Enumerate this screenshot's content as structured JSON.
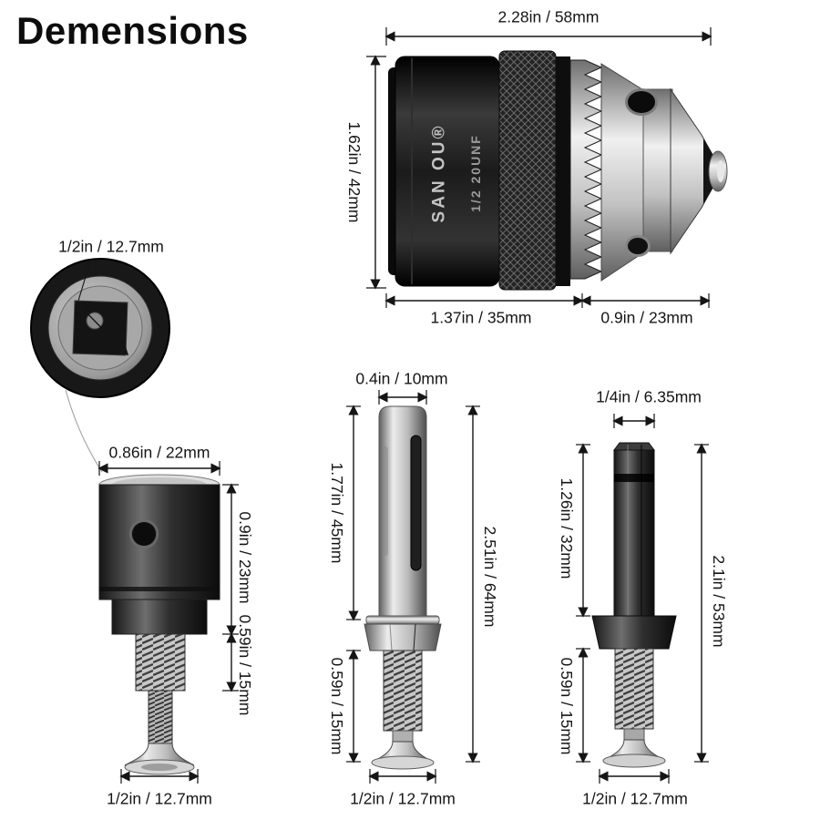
{
  "title": "Demensions",
  "colors": {
    "background": "#ffffff",
    "dimension_line": "#151515",
    "text": "#111111"
  },
  "chuck": {
    "engraving_line1": "SAN OU®",
    "engraving_line2": "1/2 20UNF",
    "dim_width": "2.28in / 58mm",
    "dim_height": "1.62in / 42mm",
    "dim_body": "1.37in / 35mm",
    "dim_nose": "0.9in / 23mm"
  },
  "socket_view": {
    "dim_square": "1/2in / 12.7mm"
  },
  "square_adapter": {
    "dim_width": "0.86in / 22mm",
    "dim_body": "0.9in / 23mm",
    "dim_thread": "0.59in / 15mm",
    "dim_tip": "1/2in / 12.7mm"
  },
  "sds_adapter": {
    "dim_shank_width": "0.4in / 10mm",
    "dim_shank_length": "1.77in / 45mm",
    "dim_total": "2.51in / 64mm",
    "dim_thread": "0.59n / 15mm",
    "dim_tip": "1/2in / 12.7mm"
  },
  "hex_adapter": {
    "dim_shank_width": "1/4in / 6.35mm",
    "dim_shank_length": "1.26in / 32mm",
    "dim_total": "2.1in / 53mm",
    "dim_thread": "0.59n / 15mm",
    "dim_tip": "1/2in / 12.7mm"
  }
}
